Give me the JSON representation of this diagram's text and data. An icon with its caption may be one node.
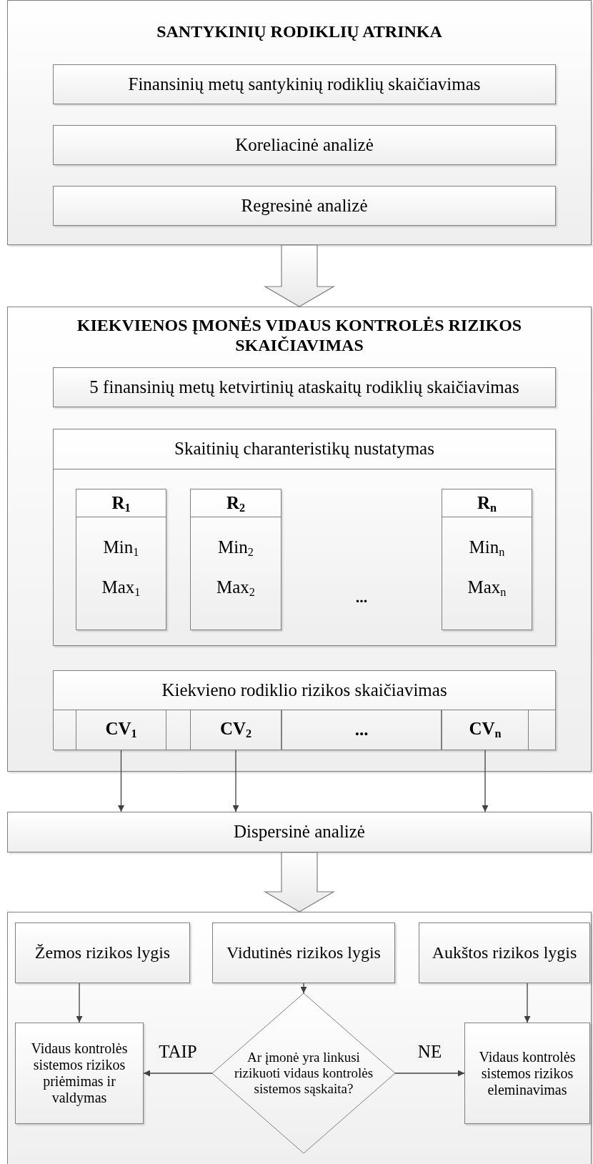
{
  "diagram": {
    "nodes": [
      {
        "text": [
          "SANTYKINIŲ RODIKLIŲ ATRINKA"
        ]
      },
      {
        "text": [
          "Finansinių metų santykinių rodiklių skaičiavimas"
        ],
        "in": 0
      },
      {
        "text": [
          "Koreliacinė analizė"
        ],
        "in": 0
      },
      {
        "text": [
          "Regresinė analizė"
        ],
        "in": 0
      },
      {
        "text": [
          "KIEKVIENOS ĮMONĖS VIDAUS KONTROLĖS RIZIKOS SKAIČIAVIMAS"
        ]
      },
      {
        "text": [
          "5 finansinių metų ketvirtinių ataskaitų rodiklių skaičiavimas"
        ],
        "in": 4
      },
      {
        "text": [
          "Skaitinių charanteristikų nustatymas"
        ],
        "in": 4
      },
      {
        "text": [
          "R$_{1}$",
          "Min$_{1}$",
          "Max$_{1}$"
        ],
        "in": 6
      },
      {
        "text": [
          "R$_{2}$",
          "Min$_{2}$",
          "Max$_{2}$"
        ],
        "in": 6
      },
      {
        "text": [
          "R$_{n}$",
          "Min$_{n}$",
          "Max$_{n}$"
        ],
        "in": 6
      },
      {
        "text": [
          "Kiekvieno rodiklio rizikos skaičiavimas"
        ],
        "in": 4
      },
      {
        "text": [
          "CV$_{1}$"
        ],
        "in": 10
      },
      {
        "text": [
          "CV$_{2}$"
        ],
        "in": 10
      },
      {
        "text": [
          "..."
        ],
        "in": 10
      },
      {
        "text": [
          "CV$_{n}$"
        ],
        "in": 10
      },
      {
        "text": [
          "Dispersinė analizė"
        ]
      },
      {
        "text": [],
        "shape": "box"
      },
      {
        "text": [
          "Žemos rizikos lygis"
        ],
        "in": 16
      },
      {
        "text": [
          "Vidutinės rizikos lygis"
        ],
        "in": 16
      },
      {
        "text": [
          "Aukštos rizikos lygis"
        ],
        "in": 16
      },
      {
        "text": [
          "Vidaus kontrolės sistemos rizikos priėmimas ir valdymas"
        ],
        "in": 16
      },
      {
        "text": [
          "Ar įmonė yra linkusi rizikuoti vidaus kontrolės sistemos sąskaita?"
        ],
        "in": 16
      },
      {
        "text": [
          "Vidaus kontrolės sistemos rizikos eleminavimas"
        ],
        "in": 16
      }
    ],
    "edges": [
      {
        "from": 0,
        "to": 4,
        "arrow": "to",
        "style": "thick"
      },
      {
        "from": 11,
        "to": 15,
        "arrow": "to"
      },
      {
        "from": 12,
        "to": 15,
        "arrow": "to"
      },
      {
        "from": 14,
        "to": 15,
        "arrow": "to"
      },
      {
        "from": 15,
        "to": 16,
        "arrow": "to",
        "style": "thick"
      },
      {
        "from": 17,
        "to": 20,
        "arrow": "to"
      },
      {
        "from": 18,
        "to": 21,
        "arrow": "to"
      },
      {
        "from": 19,
        "to": 22,
        "arrow": "to"
      },
      {
        "from": 21,
        "to": 20,
        "arrow": "to",
        "label": "TAIP"
      },
      {
        "from": 21,
        "to": 22,
        "arrow": "to",
        "label": "NE"
      }
    ],
    "labels": [
      "..."
    ]
  }
}
